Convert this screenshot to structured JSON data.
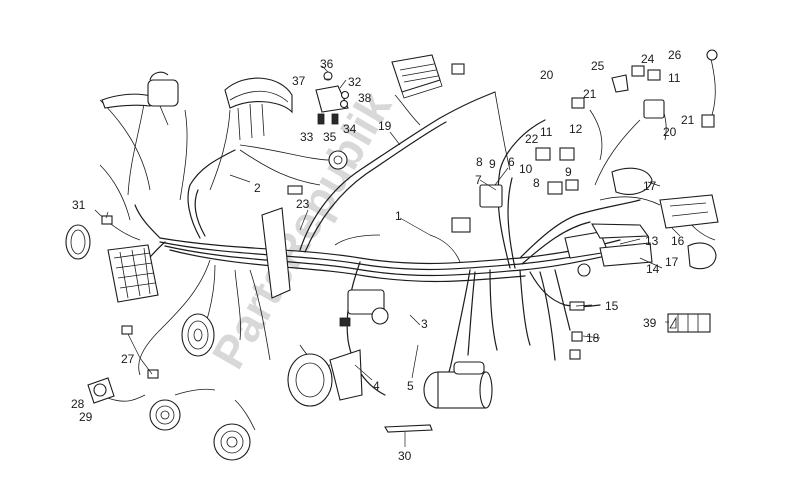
{
  "watermark": "PartsRepublik",
  "callouts": [
    {
      "id": "c1",
      "text": "1"
    },
    {
      "id": "c2",
      "text": "2"
    },
    {
      "id": "c3",
      "text": "3"
    },
    {
      "id": "c4",
      "text": "4"
    },
    {
      "id": "c5",
      "text": "5"
    },
    {
      "id": "c6",
      "text": "6"
    },
    {
      "id": "c7",
      "text": "7"
    },
    {
      "id": "c8a",
      "text": "8"
    },
    {
      "id": "c8b",
      "text": "8"
    },
    {
      "id": "c9a",
      "text": "9"
    },
    {
      "id": "c9b",
      "text": "9"
    },
    {
      "id": "c10",
      "text": "10"
    },
    {
      "id": "c11a",
      "text": "11"
    },
    {
      "id": "c11b",
      "text": "11"
    },
    {
      "id": "c12",
      "text": "12"
    },
    {
      "id": "c13",
      "text": "13"
    },
    {
      "id": "c14",
      "text": "14"
    },
    {
      "id": "c15",
      "text": "15"
    },
    {
      "id": "c16",
      "text": "16"
    },
    {
      "id": "c17a",
      "text": "17"
    },
    {
      "id": "c17b",
      "text": "17"
    },
    {
      "id": "c18",
      "text": "18"
    },
    {
      "id": "c19",
      "text": "19"
    },
    {
      "id": "c20a",
      "text": "20"
    },
    {
      "id": "c20b",
      "text": "20"
    },
    {
      "id": "c21a",
      "text": "21"
    },
    {
      "id": "c21b",
      "text": "21"
    },
    {
      "id": "c22",
      "text": "22"
    },
    {
      "id": "c23",
      "text": "23"
    },
    {
      "id": "c24",
      "text": "24"
    },
    {
      "id": "c25",
      "text": "25"
    },
    {
      "id": "c26",
      "text": "26"
    },
    {
      "id": "c27",
      "text": "27"
    },
    {
      "id": "c28",
      "text": "28"
    },
    {
      "id": "c29",
      "text": "29"
    },
    {
      "id": "c30",
      "text": "30"
    },
    {
      "id": "c31",
      "text": "31"
    },
    {
      "id": "c32",
      "text": "32"
    },
    {
      "id": "c33",
      "text": "33"
    },
    {
      "id": "c34",
      "text": "34"
    },
    {
      "id": "c35",
      "text": "35"
    },
    {
      "id": "c36",
      "text": "36"
    },
    {
      "id": "c37",
      "text": "37"
    },
    {
      "id": "c38",
      "text": "38"
    },
    {
      "id": "c39",
      "text": "39"
    }
  ]
}
